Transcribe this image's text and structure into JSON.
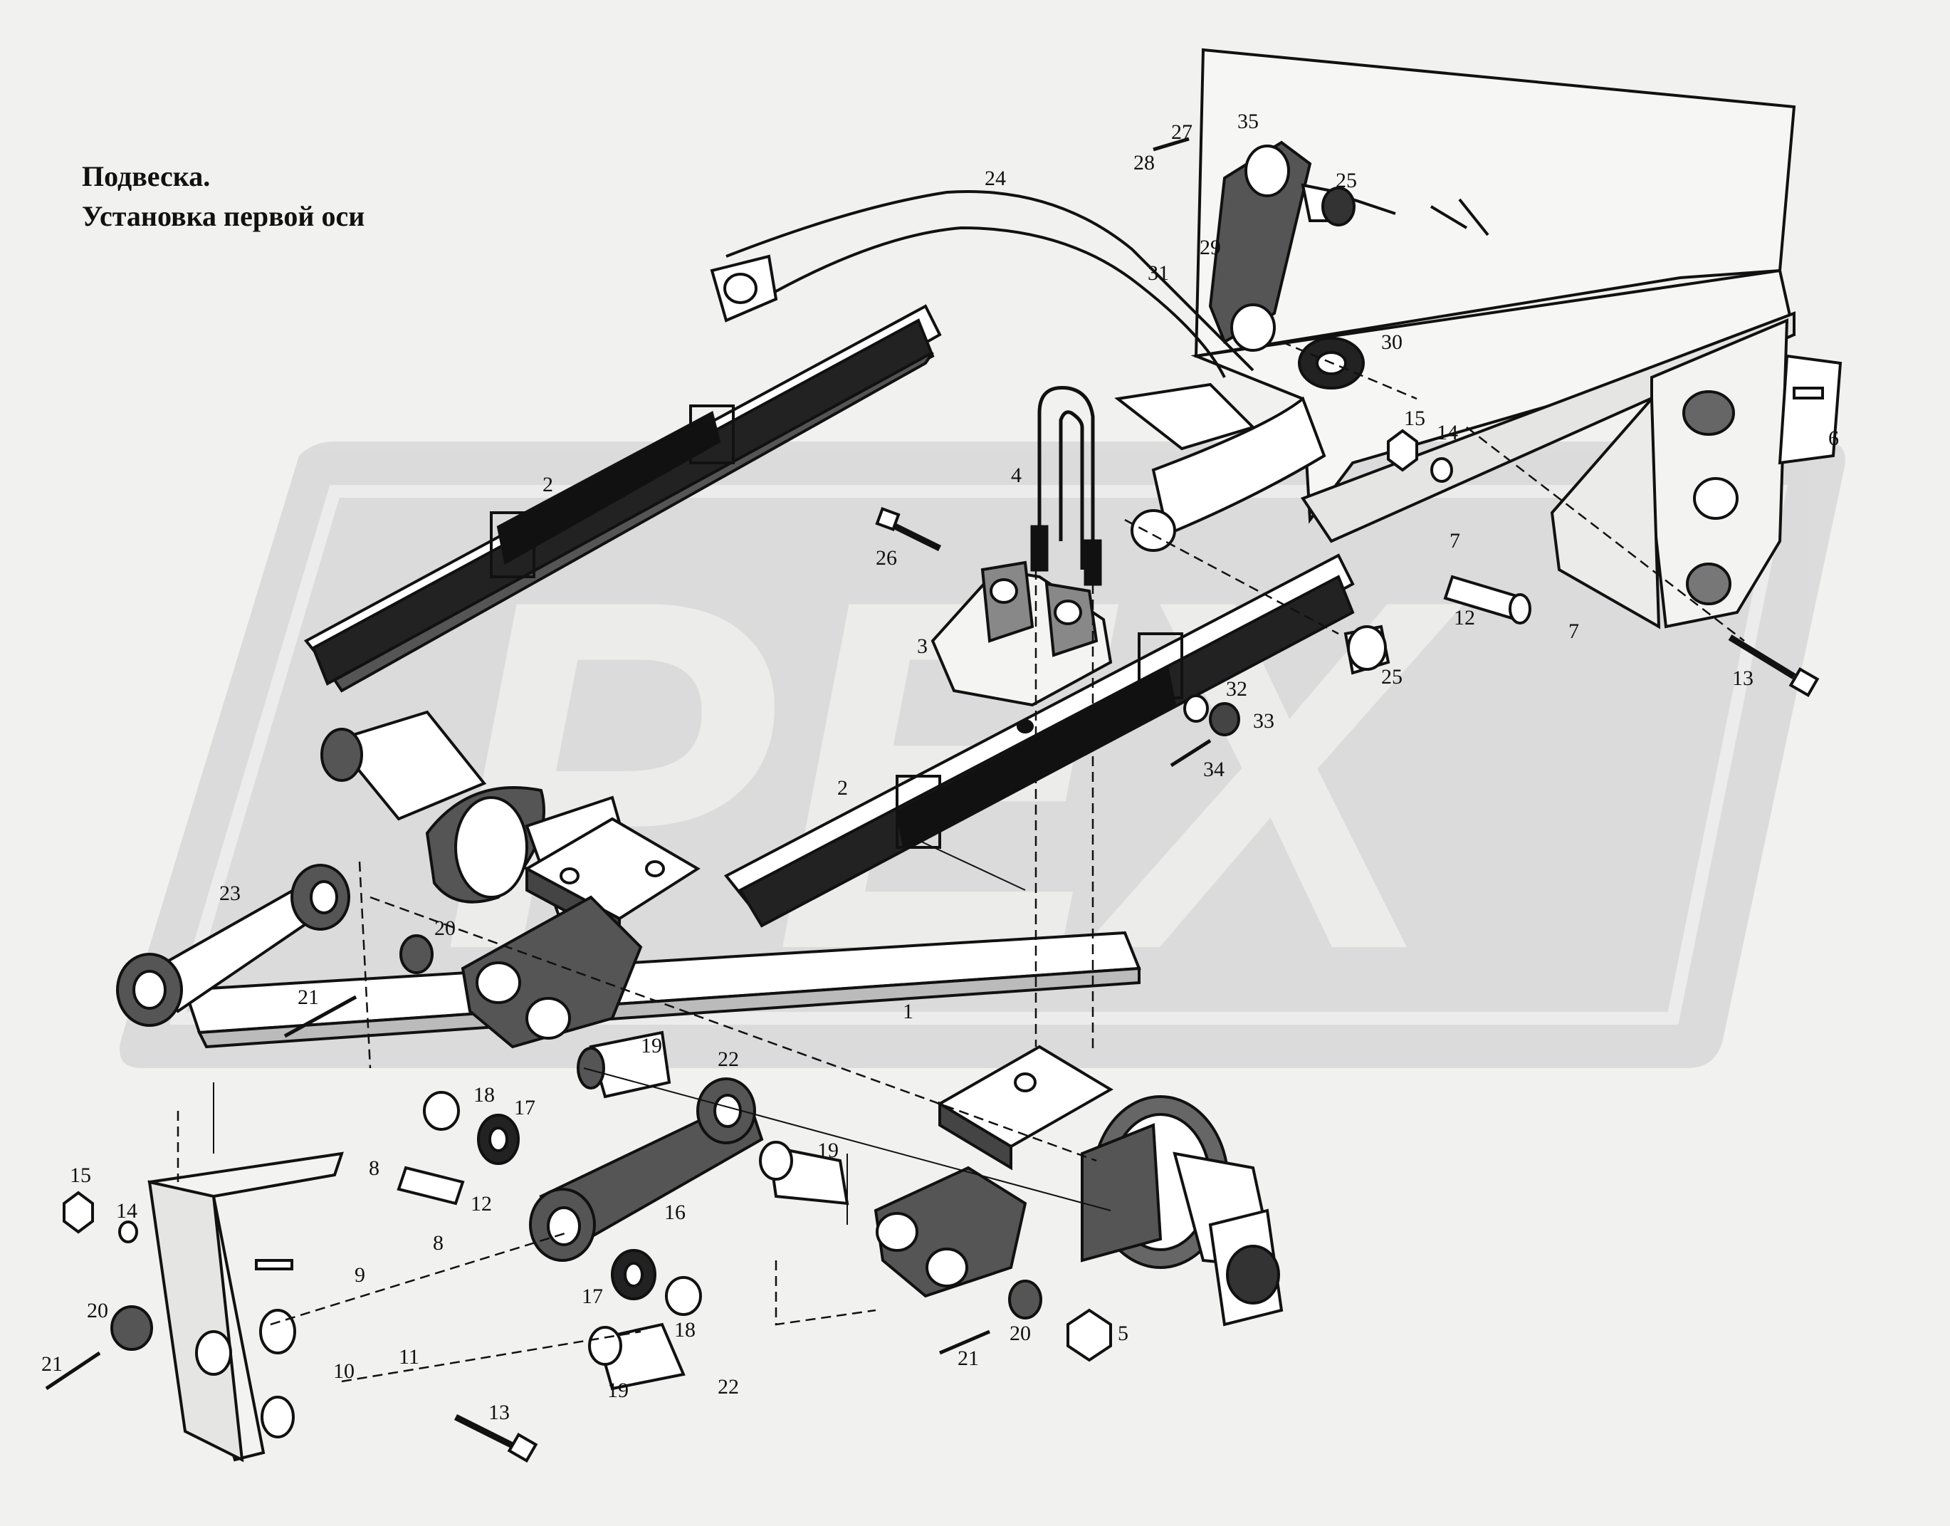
{
  "title": {
    "line1": "Подвеска.",
    "line2": "Установка первой оси"
  },
  "watermark": {
    "text": "PEX",
    "color": "#d8d8d8"
  },
  "colors": {
    "ink": "#111111",
    "paper": "#f1f1ef",
    "metal": "#2a2a2a"
  },
  "callouts": {
    "c1": "1",
    "c2a": "2",
    "c2b": "2",
    "c3": "3",
    "c4": "4",
    "c5": "5",
    "c6": "6",
    "c7a": "7",
    "c7b": "7",
    "c8a": "8",
    "c8b": "8",
    "c9": "9",
    "c10": "10",
    "c11": "11",
    "c12a": "12",
    "c12b": "12",
    "c13a": "13",
    "c13b": "13",
    "c14a": "14",
    "c14b": "14",
    "c15a": "15",
    "c15b": "15",
    "c16": "16",
    "c17a": "17",
    "c17b": "17",
    "c18a": "18",
    "c18b": "18",
    "c19a": "19",
    "c19b": "19",
    "c19c": "19",
    "c20a": "20",
    "c20b": "20",
    "c20c": "20",
    "c21a": "21",
    "c21b": "21",
    "c21c": "21",
    "c22a": "22",
    "c22b": "22",
    "c23": "23",
    "c24": "24",
    "c25a": "25",
    "c25b": "25",
    "c26": "26",
    "c27": "27",
    "c28": "28",
    "c29": "29",
    "c30": "30",
    "c31": "31",
    "c32": "32",
    "c33": "33",
    "c34": "34",
    "c35": "35"
  }
}
